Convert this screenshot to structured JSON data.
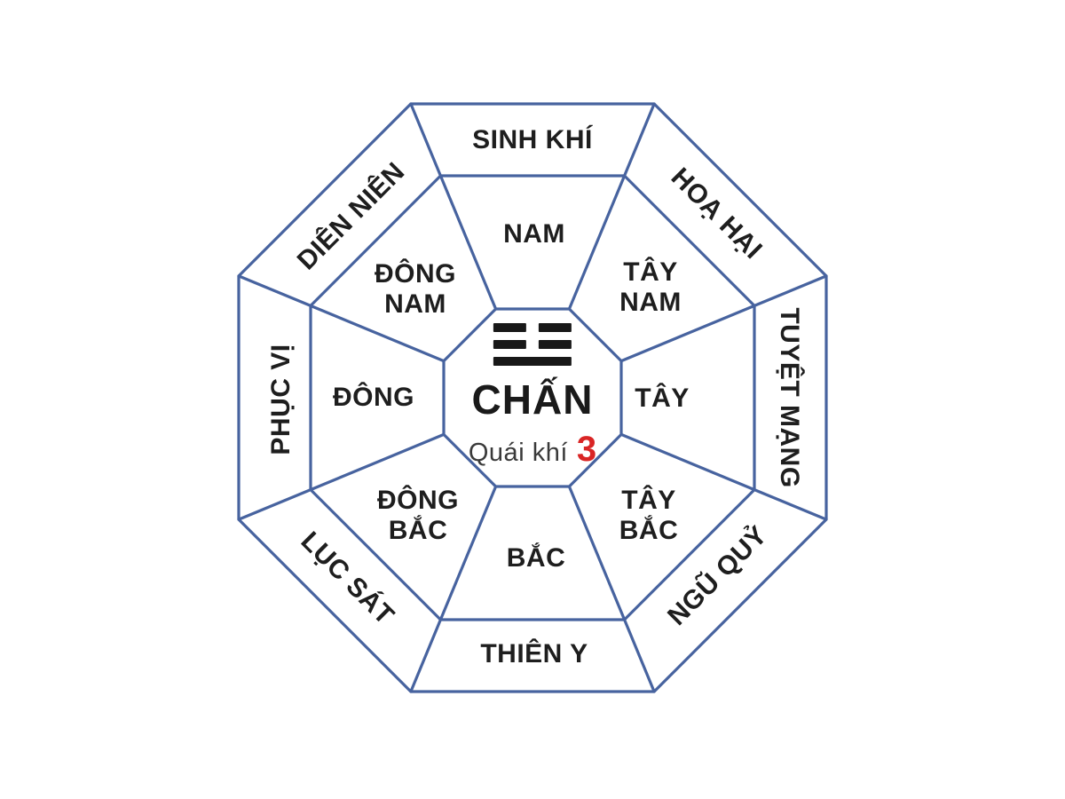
{
  "figure": {
    "type": "bat-trach-feng-shui-octagon",
    "center": {
      "trigram_icon": "chan-trigram",
      "name": "CHẤN",
      "subtitle_label": "Quái khí",
      "subtitle_value": "3"
    },
    "rings": {
      "outer": [
        {
          "position": "top",
          "label": "SINH KHÍ"
        },
        {
          "position": "top-right",
          "label": "HOẠ HẠI"
        },
        {
          "position": "right",
          "label": "TUYỆT MẠNG"
        },
        {
          "position": "bottom-right",
          "label": "NGŨ QUỶ"
        },
        {
          "position": "bottom",
          "label": "THIÊN Y"
        },
        {
          "position": "bottom-left",
          "label": "LỤC SÁT"
        },
        {
          "position": "left",
          "label": "PHỤC VỊ"
        },
        {
          "position": "top-left",
          "label": "DIÊN NIÊN"
        }
      ],
      "directions": [
        {
          "position": "top",
          "label": "NAM"
        },
        {
          "position": "top-right",
          "label": "TÂY\nNAM"
        },
        {
          "position": "right",
          "label": "TÂY"
        },
        {
          "position": "bottom-right",
          "label": "TÂY\nBẮC"
        },
        {
          "position": "bottom",
          "label": "BẮC"
        },
        {
          "position": "bottom-left",
          "label": "ĐÔNG\nBẮC"
        },
        {
          "position": "left",
          "label": "ĐÔNG"
        },
        {
          "position": "top-left",
          "label": "ĐÔNG\nNAM"
        }
      ]
    },
    "colors": {
      "line": "#47639f",
      "text": "#1e1e1e",
      "accent_number": "#d92525",
      "background": "#ffffff"
    }
  }
}
